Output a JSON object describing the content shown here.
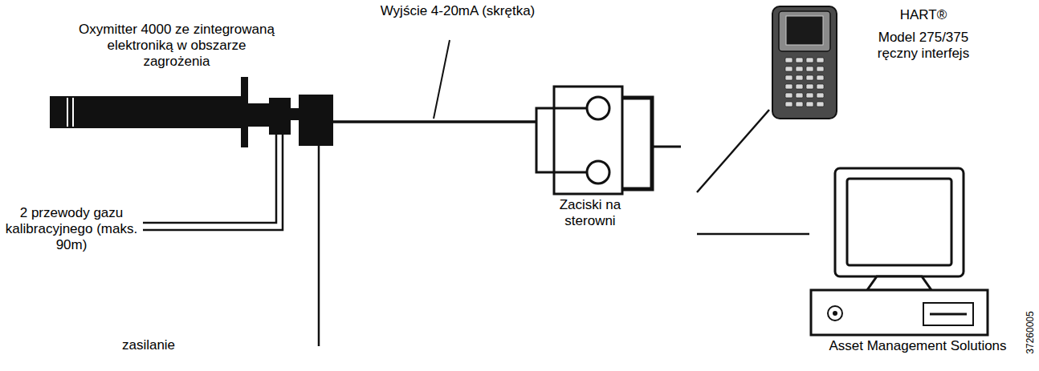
{
  "diagram": {
    "nodes": [
      {
        "text": [
          "Oxymitter 4000 ze zintegrowaną elektroniką w obszarze zagrożenia"
        ]
      },
      {
        "text": [
          "Zaciski na sterowni"
        ]
      },
      {
        "text": [
          "HART®",
          "Model 275/375 ręczny interfejs"
        ]
      },
      {
        "text": [
          "Asset Management Solutions"
        ]
      }
    ],
    "edges": [
      {
        "from": 0,
        "to": 1,
        "arrow": "none"
      },
      {
        "from": 1,
        "to": 2,
        "arrow": "none"
      },
      {
        "from": 1,
        "to": 3,
        "arrow": "none"
      }
    ],
    "labels": [
      "Wyjście 4-20mA (skrętka)",
      "2 przewody gazu kalibracyjnego (maks. 90m)",
      "zasilanie",
      "37260005"
    ]
  }
}
